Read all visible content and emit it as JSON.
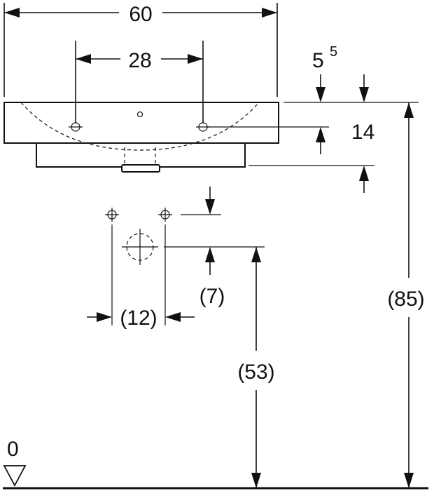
{
  "dimensions": {
    "overall_width": "60",
    "tap_hole_spacing": "28",
    "rim_thickness_base": "5",
    "rim_thickness_sup": "5",
    "depth_to_holes": "14",
    "height_total": "(85)",
    "waste_height": "(53)",
    "supply_offset": "(7)",
    "supply_spacing": "(12)",
    "floor_level": "0"
  },
  "colors": {
    "line": "#111111",
    "background": "#ffffff"
  },
  "icons": {
    "floor": "floor-level-triangle-icon",
    "hole": "crosshair-hole-icon"
  }
}
